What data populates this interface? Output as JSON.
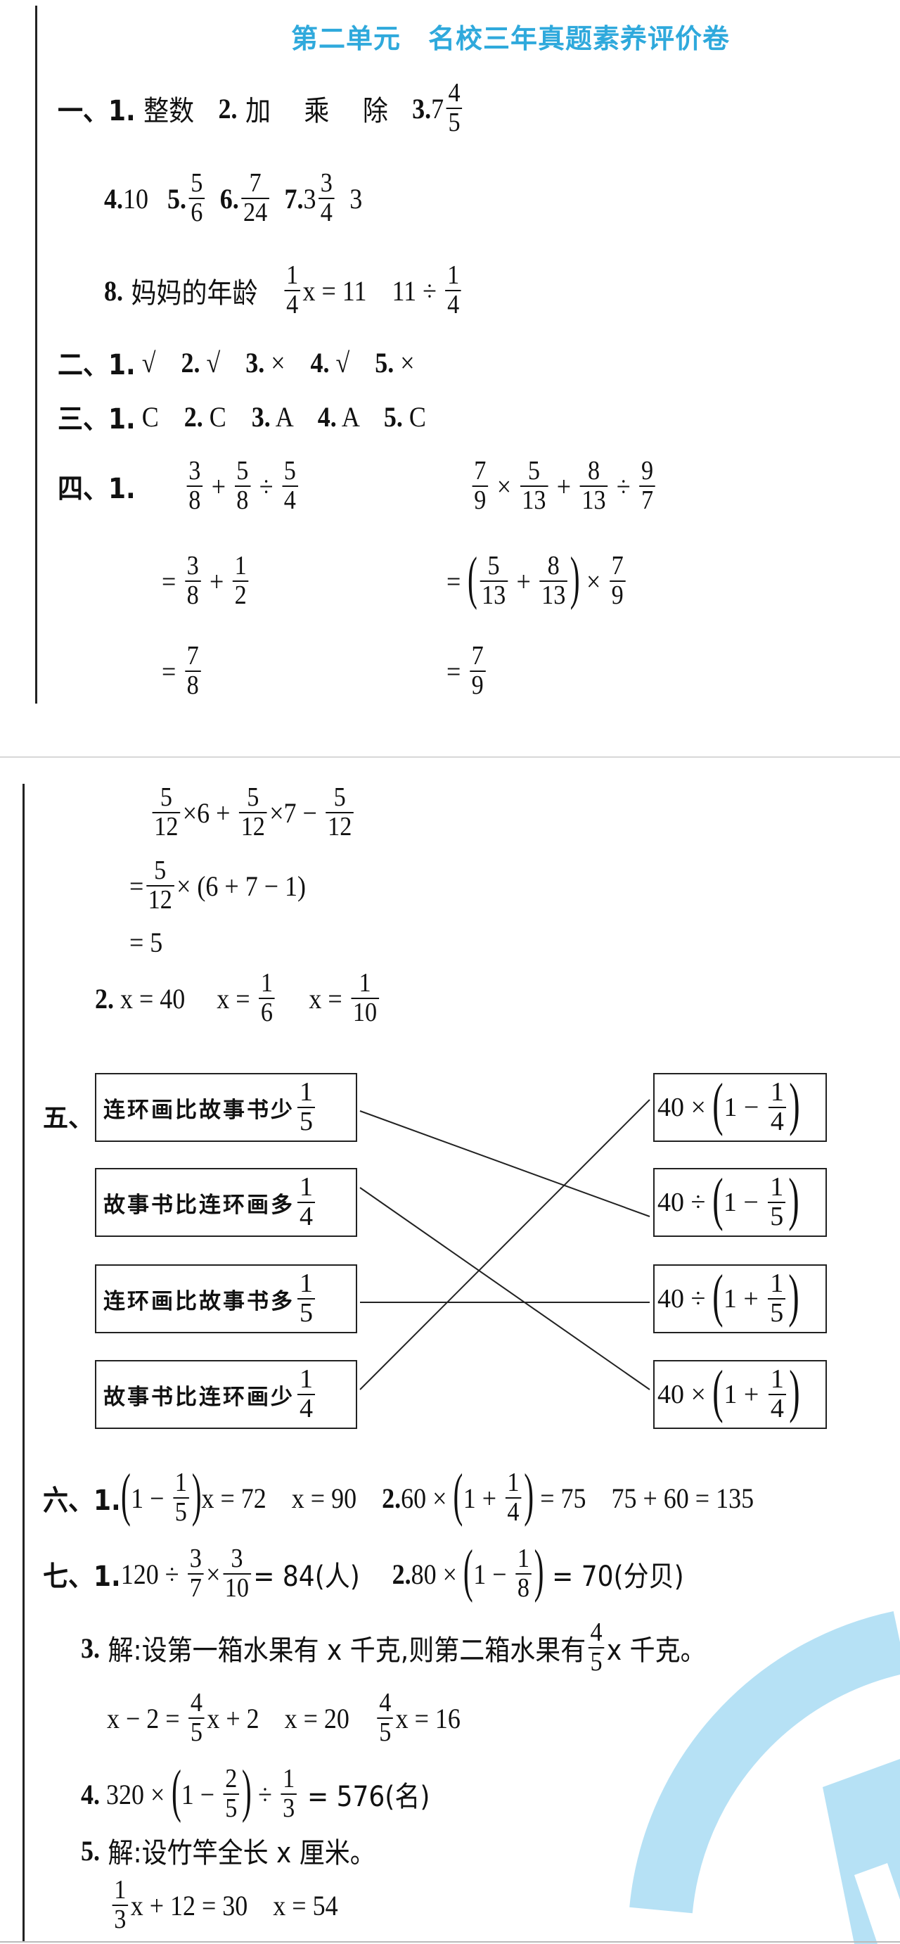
{
  "title": "第二单元　名校三年真题素养评价卷",
  "colors": {
    "title": "#2fa9dc",
    "watermark": "#b6e1f5"
  },
  "r1": [
    {
      "b": "一、1."
    },
    {
      "t": " 整数   "
    },
    {
      "b": "2."
    },
    {
      "t": " 加　 乘　 除   "
    },
    {
      "b": "3."
    },
    {
      "t": "7"
    },
    {
      "num": "4",
      "den": "5"
    }
  ],
  "r2": [
    {
      "b": "4."
    },
    {
      "t": "10   "
    },
    {
      "b": "5."
    },
    {
      "num": "5",
      "den": "6"
    },
    {
      "b": "  6."
    },
    {
      "num": "7",
      "den": "24"
    },
    {
      "b": "  7."
    },
    {
      "t": "3"
    },
    {
      "num": "3",
      "den": "4"
    },
    {
      "t": "  3"
    }
  ],
  "r3": [
    {
      "b": "8."
    },
    {
      "t": " 妈妈的年龄   "
    },
    {
      "num": "1",
      "den": "4"
    },
    {
      "t": "x = 11    11 ÷ "
    },
    {
      "num": "1",
      "den": "4"
    }
  ],
  "r4": [
    {
      "b": "二、1."
    },
    {
      "t": " √    "
    },
    {
      "b": "2."
    },
    {
      "t": " √    "
    },
    {
      "b": "3."
    },
    {
      "t": " ×    "
    },
    {
      "b": "4."
    },
    {
      "t": " √    "
    },
    {
      "b": "5."
    },
    {
      "t": " ×"
    }
  ],
  "r5": [
    {
      "b": "三、1."
    },
    {
      "t": " C    "
    },
    {
      "b": "2."
    },
    {
      "t": " C    "
    },
    {
      "b": "3."
    },
    {
      "t": " A    "
    },
    {
      "b": "4."
    },
    {
      "t": " A    "
    },
    {
      "b": "5."
    },
    {
      "t": " C"
    }
  ],
  "r6a": [
    {
      "b": "四、1."
    }
  ],
  "r6b": [
    {
      "num": "3",
      "den": "8"
    },
    {
      "t": " + "
    },
    {
      "num": "5",
      "den": "8"
    },
    {
      "t": " ÷ "
    },
    {
      "num": "5",
      "den": "4"
    }
  ],
  "r6c": [
    {
      "num": "7",
      "den": "9"
    },
    {
      "t": " × "
    },
    {
      "num": "5",
      "den": "13"
    },
    {
      "t": " + "
    },
    {
      "num": "8",
      "den": "13"
    },
    {
      "t": " ÷ "
    },
    {
      "num": "9",
      "den": "7"
    }
  ],
  "r7b": [
    {
      "t": "= "
    },
    {
      "num": "3",
      "den": "8"
    },
    {
      "t": " + "
    },
    {
      "num": "1",
      "den": "2"
    }
  ],
  "r7c": [
    {
      "t": "= "
    },
    {
      "paren": "("
    },
    {
      "num": "5",
      "den": "13"
    },
    {
      "t": " + "
    },
    {
      "num": "8",
      "den": "13"
    },
    {
      "paren": ")"
    },
    {
      "t": " × "
    },
    {
      "num": "7",
      "den": "9"
    }
  ],
  "r8b": [
    {
      "t": "= "
    },
    {
      "num": "7",
      "den": "8"
    }
  ],
  "r8c": [
    {
      "t": "= "
    },
    {
      "num": "7",
      "den": "9"
    }
  ],
  "p1": [
    {
      "num": "5",
      "den": "12"
    },
    {
      "t": "×6 + "
    },
    {
      "num": "5",
      "den": "12"
    },
    {
      "t": "×7 − "
    },
    {
      "num": "5",
      "den": "12"
    }
  ],
  "p2": [
    {
      "t": "="
    },
    {
      "num": "5",
      "den": "12"
    },
    {
      "t": "× (6 + 7 − 1)"
    }
  ],
  "p3": [
    {
      "t": "= 5"
    }
  ],
  "p4": [
    {
      "b": "2."
    },
    {
      "t": " x = 40     x = "
    },
    {
      "num": "1",
      "den": "6"
    },
    {
      "t": "     x = "
    },
    {
      "num": "1",
      "den": "10"
    }
  ],
  "five_label": "五、",
  "left_boxes": [
    [
      {
        "t": "连环画比故事书少"
      },
      {
        "num": "1",
        "den": "5"
      }
    ],
    [
      {
        "t": "故事书比连环画多"
      },
      {
        "num": "1",
        "den": "4"
      }
    ],
    [
      {
        "t": "连环画比故事书多"
      },
      {
        "num": "1",
        "den": "5"
      }
    ],
    [
      {
        "t": "故事书比连环画少"
      },
      {
        "num": "1",
        "den": "4"
      }
    ]
  ],
  "right_boxes": [
    [
      {
        "t": "40 × "
      },
      {
        "paren": "("
      },
      {
        "t": "1 − "
      },
      {
        "num": "1",
        "den": "4"
      },
      {
        "paren": ")"
      }
    ],
    [
      {
        "t": "40 ÷ "
      },
      {
        "paren": "("
      },
      {
        "t": "1 − "
      },
      {
        "num": "1",
        "den": "5"
      },
      {
        "paren": ")"
      }
    ],
    [
      {
        "t": "40 ÷ "
      },
      {
        "paren": "("
      },
      {
        "t": "1 + "
      },
      {
        "num": "1",
        "den": "5"
      },
      {
        "paren": ")"
      }
    ],
    [
      {
        "t": "40 × "
      },
      {
        "paren": "("
      },
      {
        "t": "1 + "
      },
      {
        "num": "1",
        "den": "4"
      },
      {
        "paren": ")"
      }
    ]
  ],
  "matches": [
    [
      0,
      1
    ],
    [
      1,
      3
    ],
    [
      2,
      2
    ],
    [
      3,
      0
    ]
  ],
  "s6": [
    {
      "b": "六、1."
    },
    {
      "paren": "("
    },
    {
      "t": "1 − "
    },
    {
      "num": "1",
      "den": "5"
    },
    {
      "paren": ")"
    },
    {
      "t": "x = 72    x = 90    "
    },
    {
      "b": "2."
    },
    {
      "t": "60 × "
    },
    {
      "paren": "("
    },
    {
      "t": "1 + "
    },
    {
      "num": "1",
      "den": "4"
    },
    {
      "paren": ")"
    },
    {
      "t": " = 75    75 + 60 = 135"
    }
  ],
  "s7": [
    {
      "b": "七、1."
    },
    {
      "t": "120 ÷ "
    },
    {
      "num": "3",
      "den": "7"
    },
    {
      "t": "×"
    },
    {
      "num": "3",
      "den": "10"
    },
    {
      "t": "= 84(人)    "
    },
    {
      "b": "2."
    },
    {
      "t": "80 × "
    },
    {
      "paren": "("
    },
    {
      "t": "1 − "
    },
    {
      "num": "1",
      "den": "8"
    },
    {
      "paren": ")"
    },
    {
      "t": " = 70(分贝)"
    }
  ],
  "s7_3": [
    {
      "b": "3."
    },
    {
      "t": " 解:设第一箱水果有 x 千克,则第二箱水果有"
    },
    {
      "num": "4",
      "den": "5"
    },
    {
      "t": "x 千克。"
    }
  ],
  "s7_3b": [
    {
      "t": "x − 2 = "
    },
    {
      "num": "4",
      "den": "5"
    },
    {
      "t": "x + 2    x = 20    "
    },
    {
      "num": "4",
      "den": "5"
    },
    {
      "t": "x = 16"
    }
  ],
  "s7_4": [
    {
      "b": "4."
    },
    {
      "t": " 320 × "
    },
    {
      "paren": "("
    },
    {
      "t": "1 − "
    },
    {
      "num": "2",
      "den": "5"
    },
    {
      "paren": ")"
    },
    {
      "t": " ÷ "
    },
    {
      "num": "1",
      "den": "3"
    },
    {
      "t": " = 576(名)"
    }
  ],
  "s7_5": [
    {
      "b": "5."
    },
    {
      "t": " 解:设竹竿全长 x 厘米。"
    }
  ],
  "s7_5b": [
    {
      "num": "1",
      "den": "3"
    },
    {
      "t": "x + 12 = 30    x = 54"
    }
  ]
}
